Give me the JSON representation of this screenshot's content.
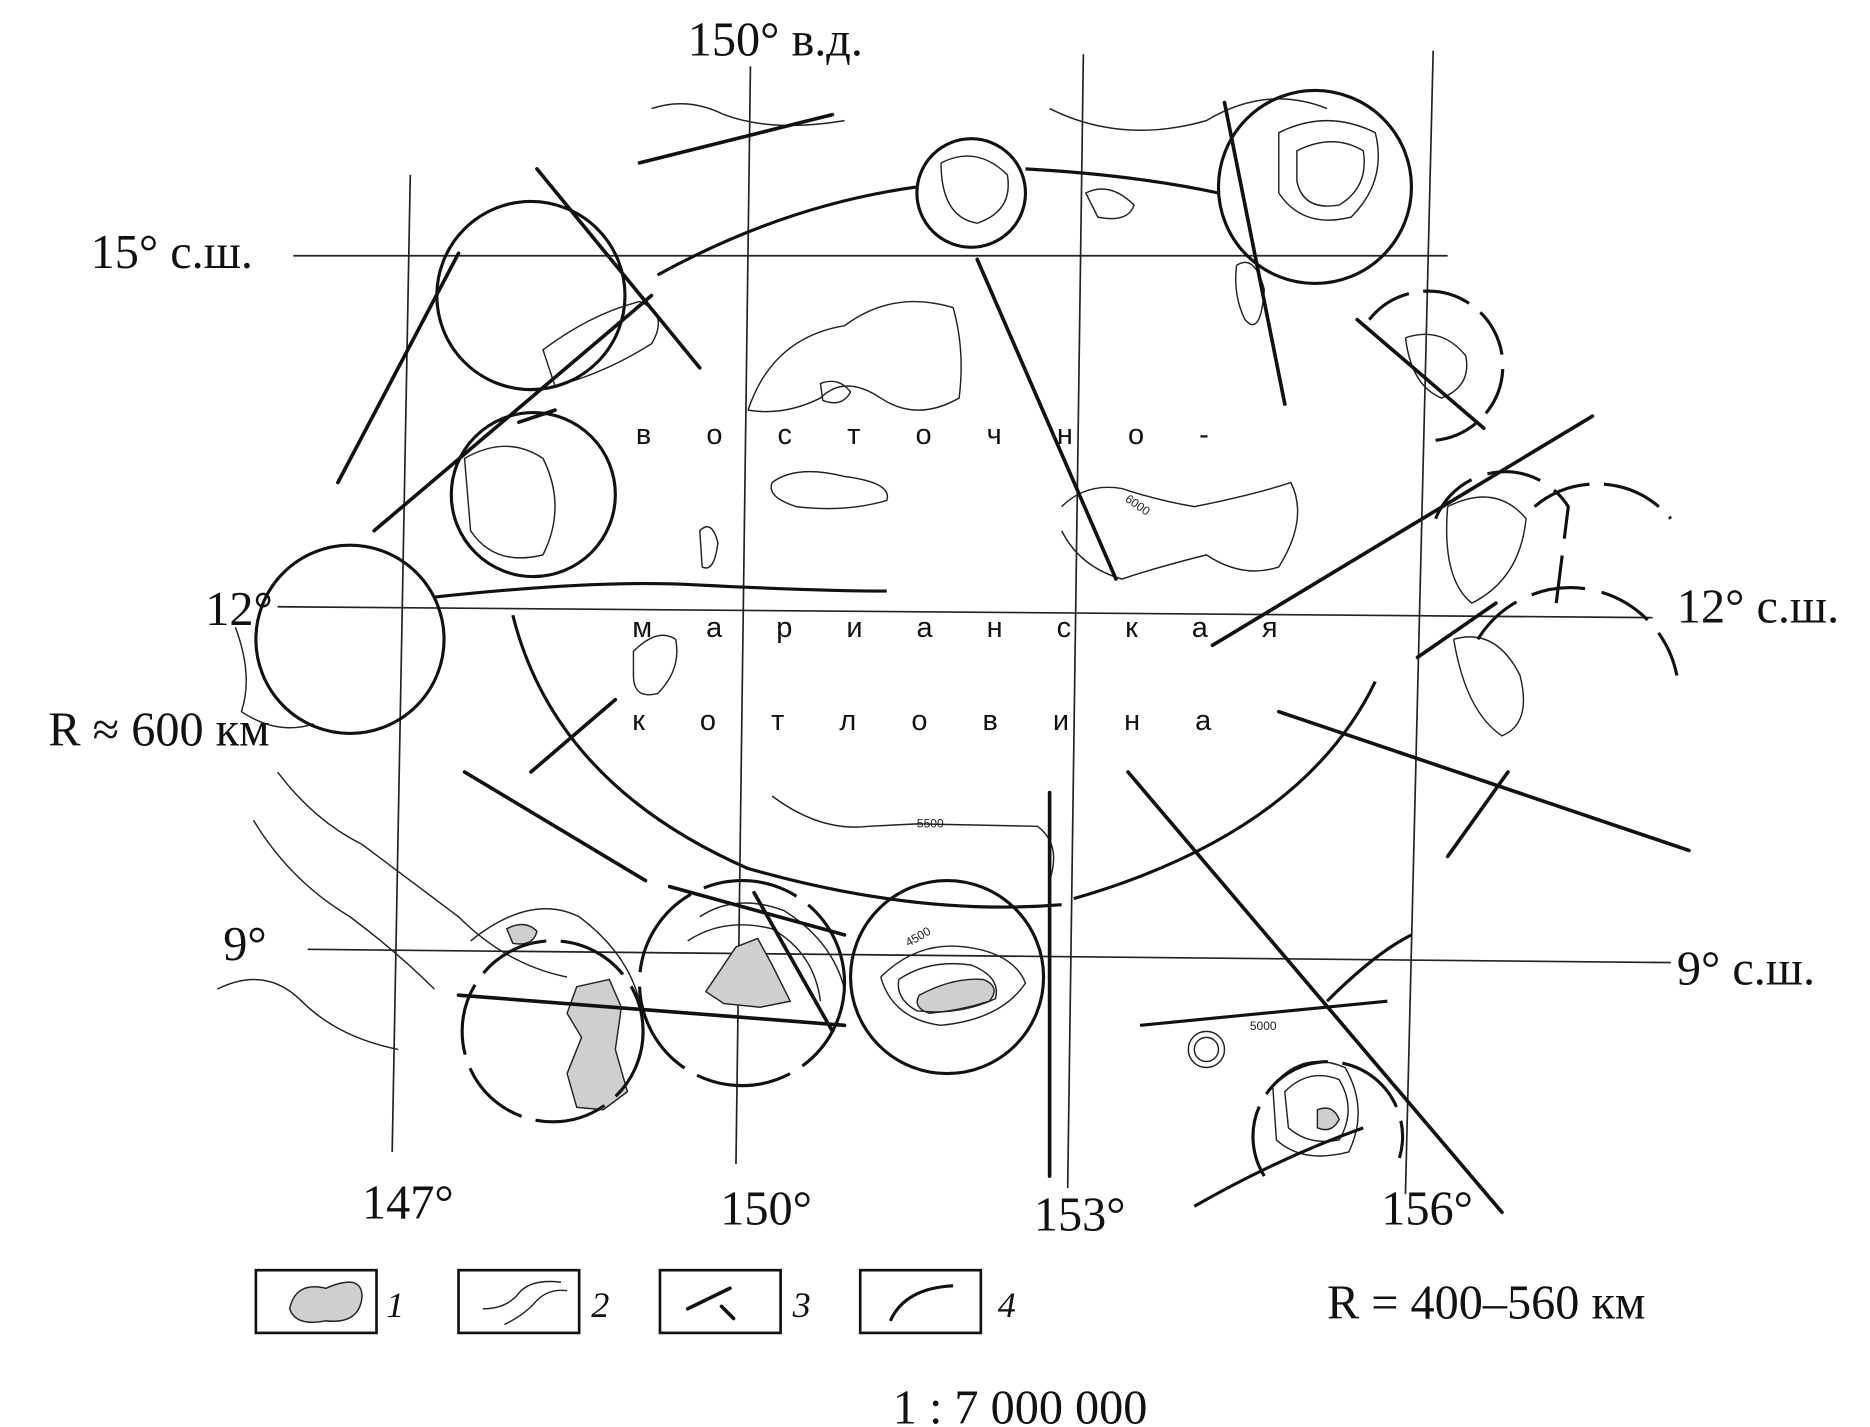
{
  "map": {
    "longitude_top_label": "150° в.д.",
    "latitude_labels_left": [
      "15° с.ш.",
      "12°",
      "9°"
    ],
    "latitude_labels_right": [
      "12° с.ш.",
      "9° с.ш."
    ],
    "longitude_bottom_labels": [
      "147°",
      "150°",
      "153°",
      "156°"
    ],
    "radius_left": "R ≈ 600 км",
    "radius_right": "R = 400–560 км",
    "basin_name_lines": [
      "в о с т о ч н о -",
      "м а р и а н с к а я",
      "к о т л о в и н а"
    ],
    "contour_labels": [
      "5500",
      "4500",
      "5000",
      "6000"
    ],
    "scale": "1 : 7 000 000"
  },
  "legend": [
    {
      "number": "1",
      "symbol": "gray-filled-area"
    },
    {
      "number": "2",
      "symbol": "contour-lines"
    },
    {
      "number": "3",
      "symbol": "fault-line"
    },
    {
      "number": "4",
      "symbol": "ring-arc"
    }
  ],
  "colors": {
    "fill": "#cfcfcf",
    "ink": "#111111"
  }
}
